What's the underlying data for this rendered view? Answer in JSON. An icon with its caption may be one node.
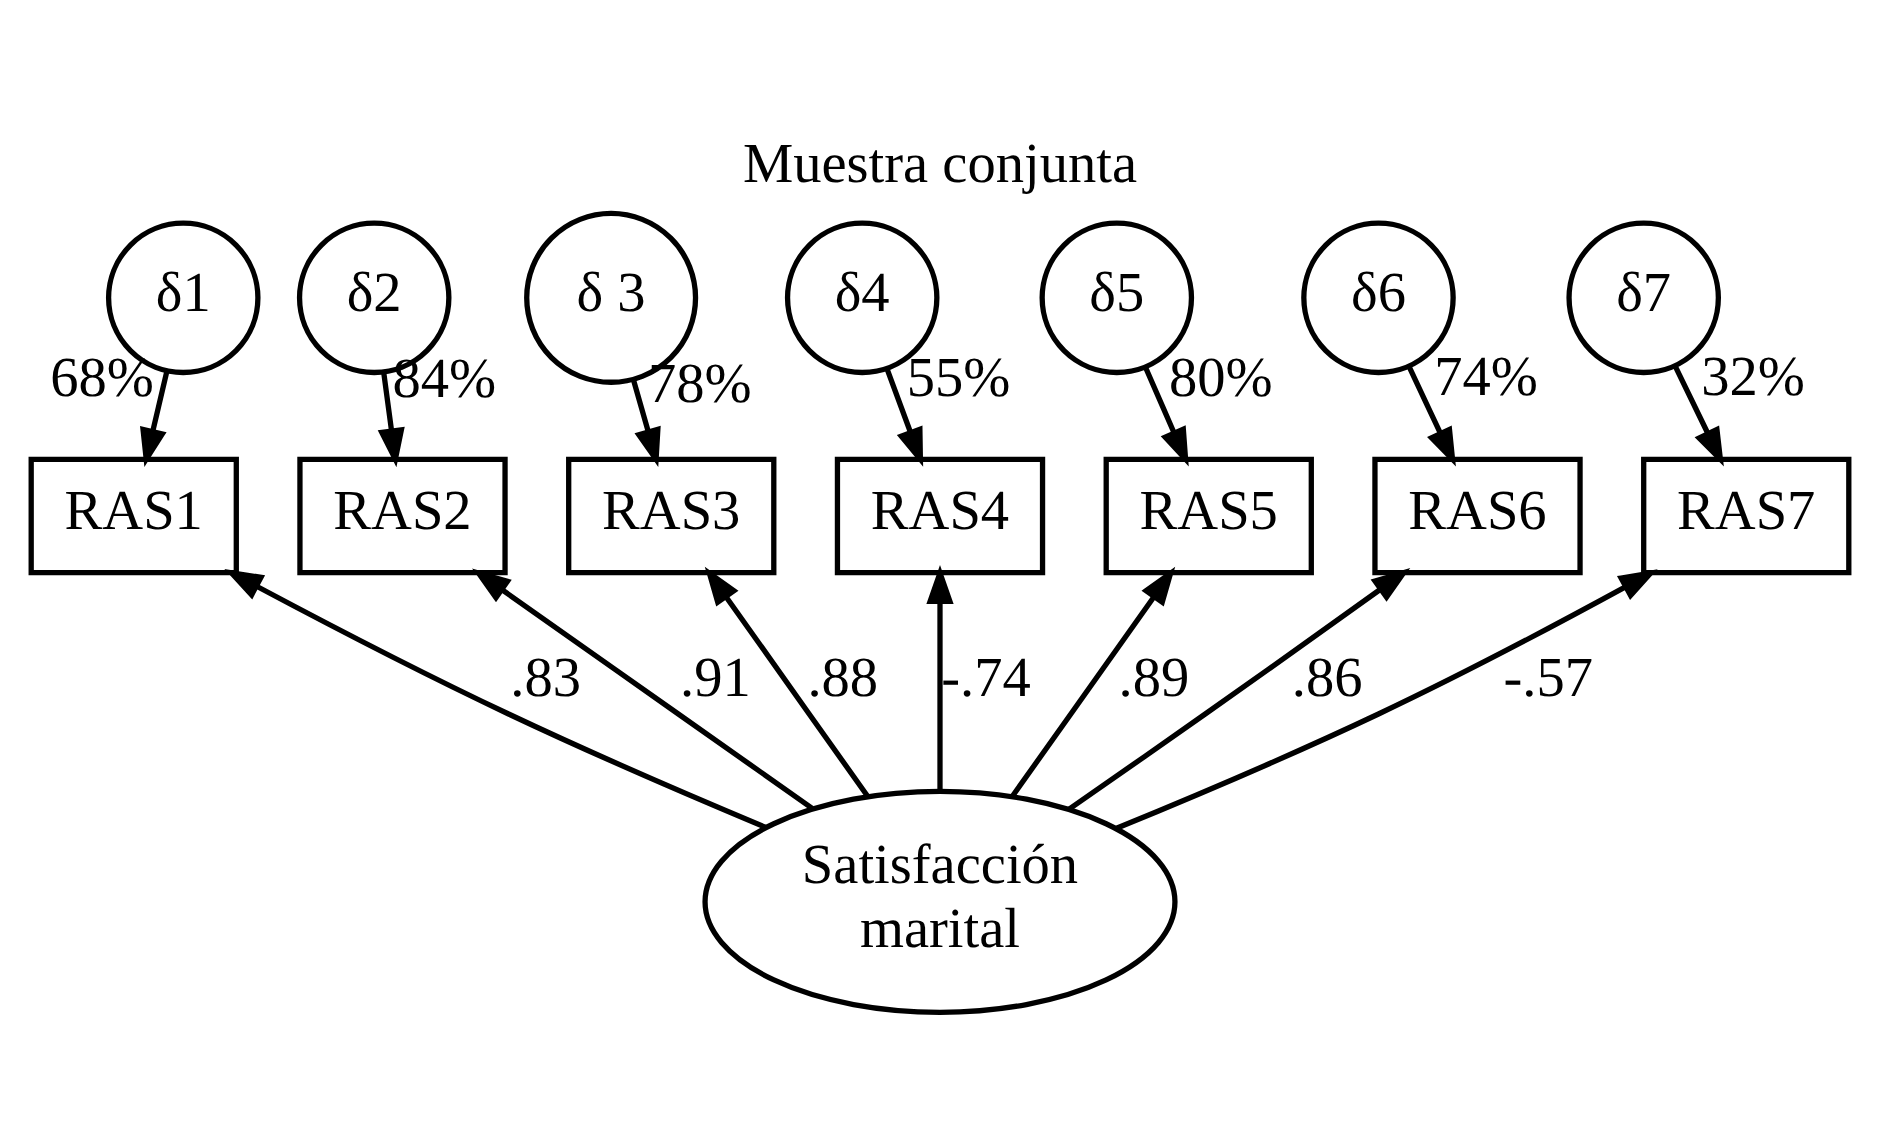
{
  "diagram": {
    "title": "Muestra conjunta",
    "nodes": [
      {
        "text": [
          "δ1"
        ]
      },
      {
        "text": [
          "δ2"
        ]
      },
      {
        "text": [
          "δ 3"
        ]
      },
      {
        "text": [
          "δ4"
        ]
      },
      {
        "text": [
          "δ5"
        ]
      },
      {
        "text": [
          "δ6"
        ]
      },
      {
        "text": [
          "δ7"
        ]
      },
      {
        "text": [
          "RAS1"
        ]
      },
      {
        "text": [
          "RAS2"
        ]
      },
      {
        "text": [
          "RAS3"
        ]
      },
      {
        "text": [
          "RAS4"
        ]
      },
      {
        "text": [
          "RAS5"
        ]
      },
      {
        "text": [
          "RAS6"
        ]
      },
      {
        "text": [
          "RAS7"
        ]
      },
      {
        "text": [
          "Satisfacción marital"
        ]
      }
    ],
    "edges": [
      {
        "from": 0,
        "to": 7,
        "arrow": "to",
        "label": "68%"
      },
      {
        "from": 1,
        "to": 8,
        "arrow": "to",
        "label": "84%"
      },
      {
        "from": 2,
        "to": 9,
        "arrow": "to",
        "label": "78%"
      },
      {
        "from": 3,
        "to": 10,
        "arrow": "to",
        "label": "55%"
      },
      {
        "from": 4,
        "to": 11,
        "arrow": "to",
        "label": "80%"
      },
      {
        "from": 5,
        "to": 12,
        "arrow": "to",
        "label": "74%"
      },
      {
        "from": 6,
        "to": 13,
        "arrow": "to",
        "label": "32%"
      },
      {
        "from": 14,
        "to": 7,
        "arrow": "to",
        "label": ".83"
      },
      {
        "from": 14,
        "to": 8,
        "arrow": "to",
        "label": ".91"
      },
      {
        "from": 14,
        "to": 9,
        "arrow": "to",
        "label": ".88"
      },
      {
        "from": 14,
        "to": 10,
        "arrow": "to",
        "label": "-.74"
      },
      {
        "from": 14,
        "to": 11,
        "arrow": "to",
        "label": ".89"
      },
      {
        "from": 14,
        "to": 12,
        "arrow": "to",
        "label": ".86"
      },
      {
        "from": 14,
        "to": 13,
        "arrow": "to",
        "label": "-.57"
      }
    ]
  }
}
